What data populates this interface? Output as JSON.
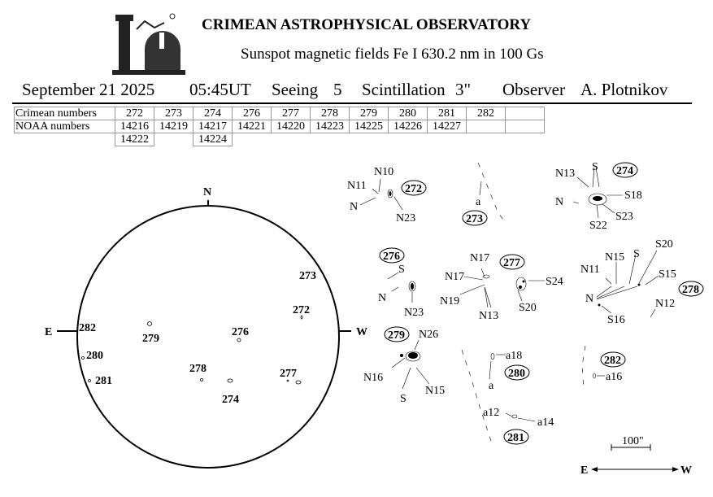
{
  "header": {
    "title": "CRIMEAN ASTROPHYSICAL OBSERVATORY",
    "subtitle": "Sunspot  magnetic  fields  Fe I 630.2 nm in 100 Gs"
  },
  "info": {
    "date": "September  21  2025",
    "time": "05:45UT",
    "seeing_label": "Seeing",
    "seeing": "5",
    "scint_label": "Scintillation",
    "scint": "3\"",
    "observer_label": "Observer",
    "observer": "A. Plotnikov"
  },
  "table": {
    "row1_label": "Crimean numbers",
    "row2_label": "NOAA numbers",
    "crimean": [
      "272",
      "273",
      "274",
      "276",
      "277",
      "278",
      "279",
      "280",
      "281",
      "282",
      ""
    ],
    "noaa": [
      "14216",
      "14219",
      "14217",
      "14221",
      "14220",
      "14223",
      "14225",
      "14226",
      "14227",
      "",
      ""
    ],
    "noaa_extra": [
      "14222",
      "",
      "14224"
    ]
  },
  "disk": {
    "north": "N",
    "east": "E",
    "west": "W",
    "regions": {
      "r273": "273",
      "r272": "272",
      "r282": "282",
      "r280": "280",
      "r281": "281",
      "r279": "279",
      "r276": "276",
      "r278": "278",
      "r274": "274",
      "r277": "277"
    }
  },
  "details": {
    "g272": {
      "id": "272",
      "n10": "N10",
      "n11": "N11",
      "n": "N",
      "n23": "N23"
    },
    "g273": {
      "id": "273",
      "a": "a"
    },
    "g274": {
      "id": "274",
      "n13": "N13",
      "s": "S",
      "s18": "S18",
      "n": "N",
      "s23": "S23",
      "s22": "S22"
    },
    "g276": {
      "id": "276",
      "s": "S",
      "n": "N",
      "n23": "N23"
    },
    "g277": {
      "id": "277",
      "n17a": "N17",
      "n17b": "N17",
      "n19": "N19",
      "n13": "N13",
      "s24": "S24",
      "s20": "S20"
    },
    "g278": {
      "id": "278",
      "n15": "N15",
      "s": "S",
      "s20": "S20",
      "n11": "N11",
      "s15": "S15",
      "n": "N",
      "n12": "N12",
      "s16": "S16"
    },
    "g279": {
      "id": "279",
      "n26": "N26",
      "n16": "N16",
      "s": "S",
      "n15": "N15"
    },
    "g280": {
      "id": "280",
      "a18": "a18",
      "a": "a"
    },
    "g281": {
      "id": "281",
      "a12": "a12",
      "a14": "a14"
    },
    "g282": {
      "id": "282",
      "a16": "a16"
    }
  },
  "scale": {
    "label": "100\"",
    "east": "E",
    "west": "W"
  }
}
